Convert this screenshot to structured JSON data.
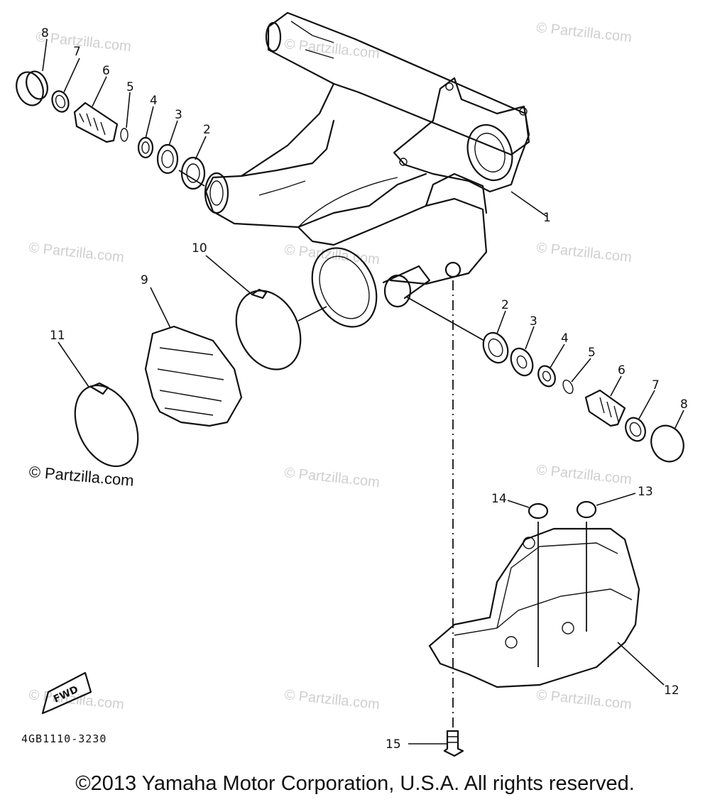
{
  "diagram": {
    "callouts": {
      "c1": "1",
      "c2a": "2",
      "c3a": "3",
      "c4a": "4",
      "c5a": "5",
      "c6a": "6",
      "c7a": "7",
      "c8a": "8",
      "c2b": "2",
      "c3b": "3",
      "c4b": "4",
      "c5b": "5",
      "c6b": "6",
      "c7b": "7",
      "c8b": "8",
      "c9": "9",
      "c10": "10",
      "c11": "11",
      "c12": "12",
      "c13": "13",
      "c14": "14",
      "c15": "15"
    },
    "watermark": "© Partzilla.com",
    "fwd_label": "FWD",
    "diagram_code": "4GB1110-3230",
    "side_copyright": "© Partzilla.com",
    "copyright": "©2013 Yamaha Motor Corporation, U.S.A. All rights reserved."
  }
}
